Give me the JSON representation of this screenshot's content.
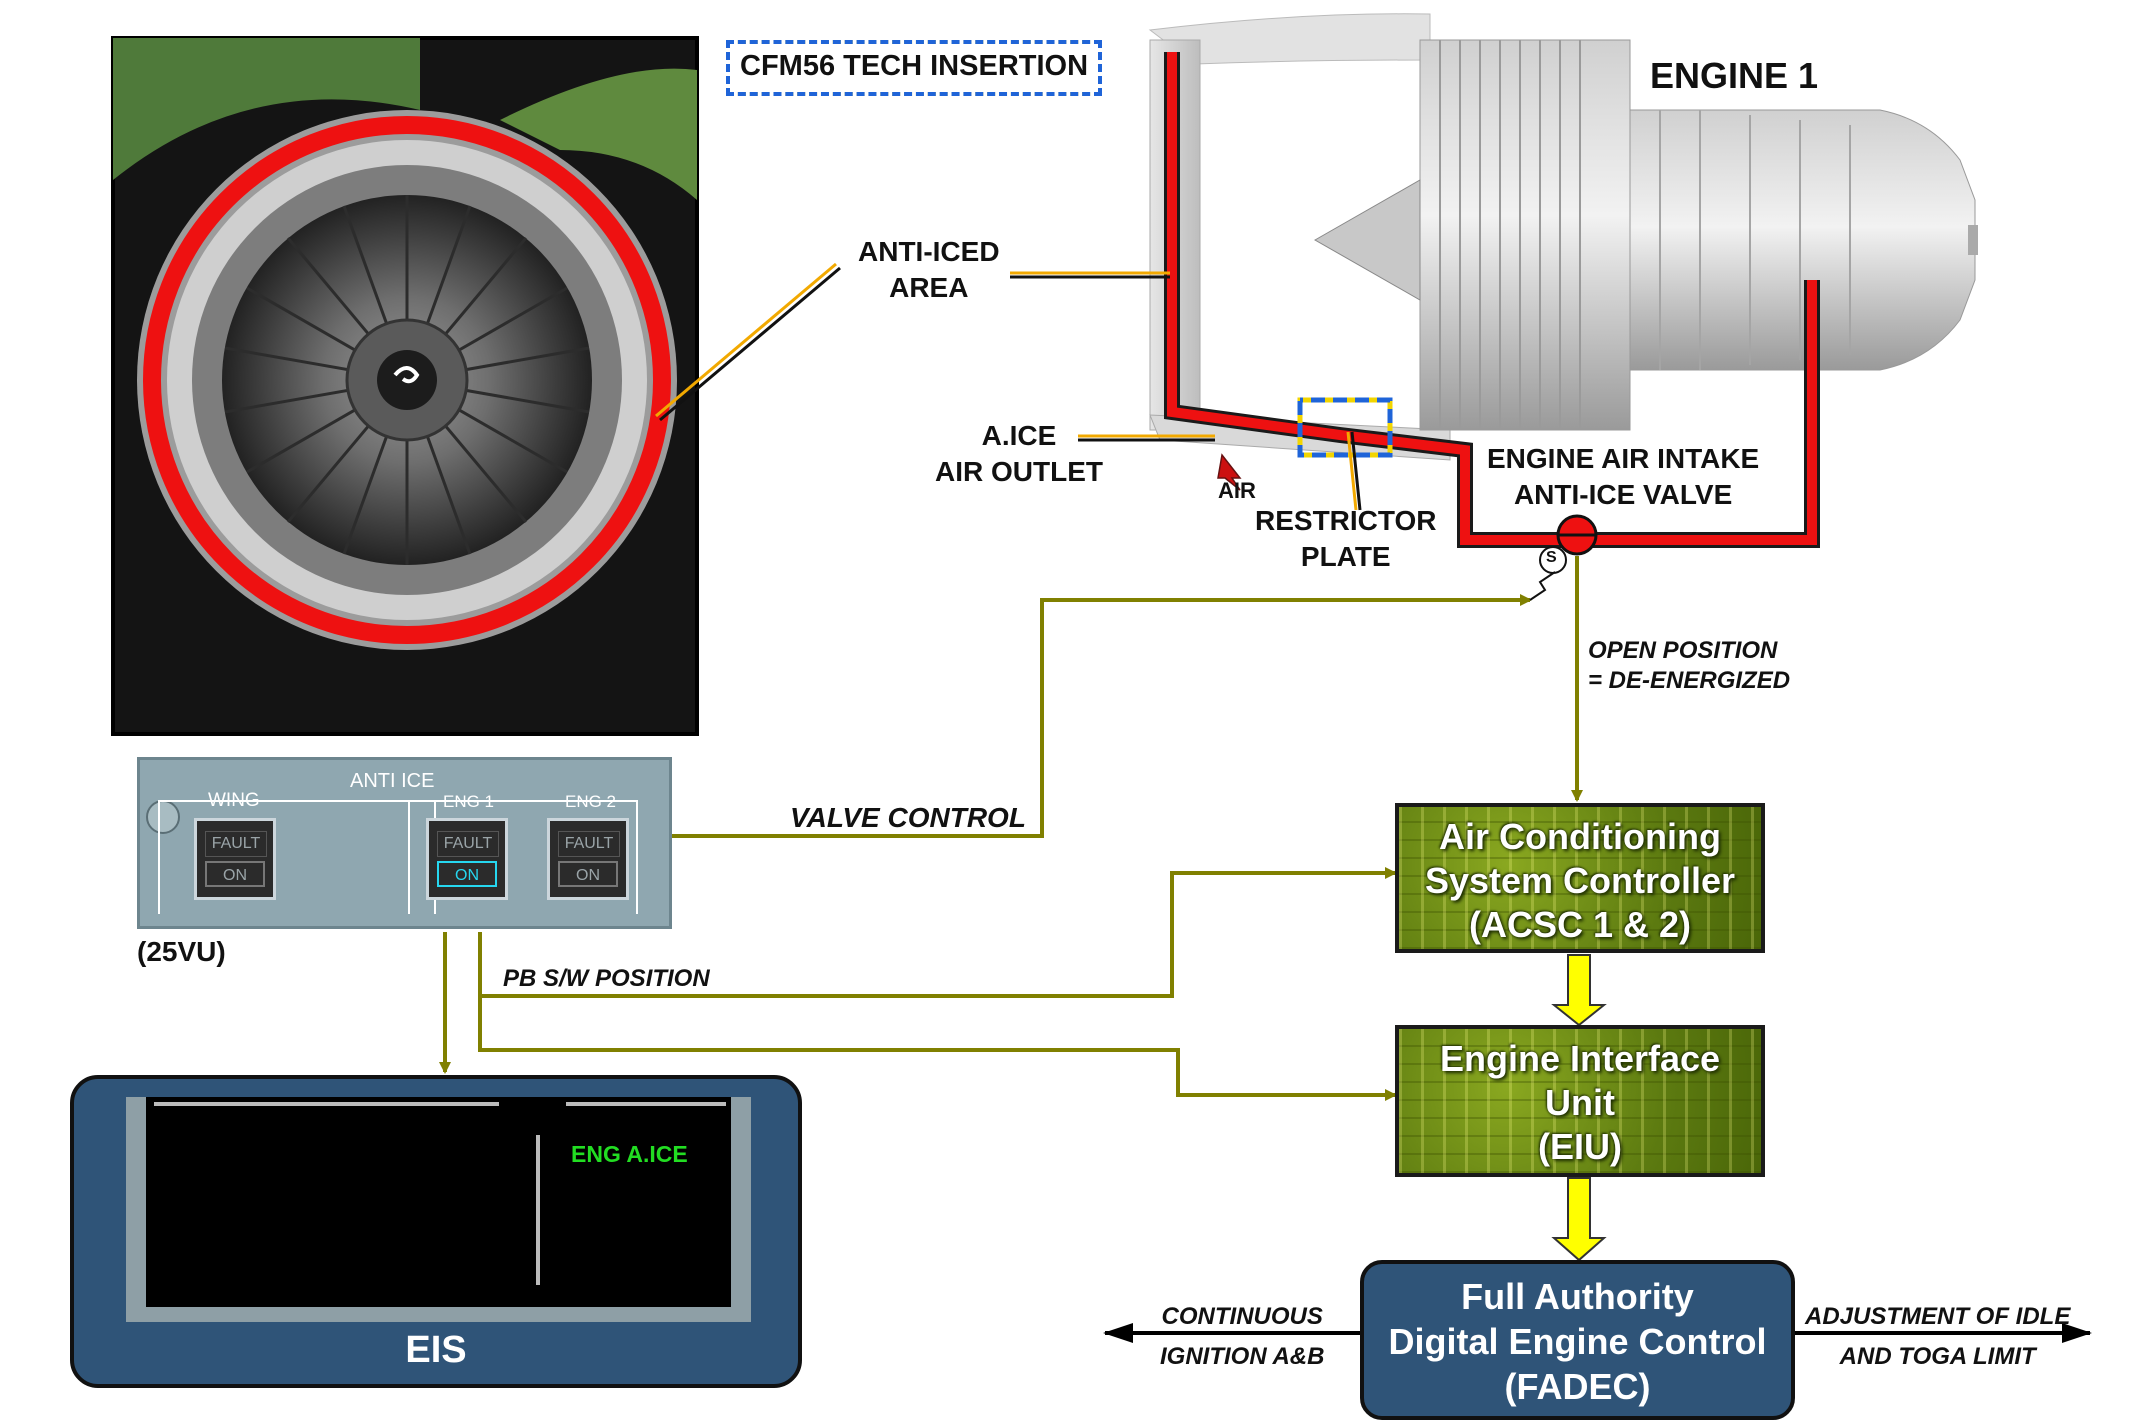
{
  "insertion_tag": "CFM56 TECH INSERTION",
  "engine_title": "ENGINE 1",
  "callouts": {
    "anti_iced_area": [
      "ANTI-ICED",
      "AREA"
    ],
    "aice_air_outlet": [
      "A.ICE",
      "AIR OUTLET"
    ],
    "air": "AIR",
    "restrictor_plate": [
      "RESTRICTOR",
      "PLATE"
    ],
    "anti_ice_valve": [
      "ENGINE AIR INTAKE",
      "ANTI-ICE VALVE"
    ],
    "solenoid": "S",
    "open_position": [
      "OPEN POSITION",
      "= DE-ENERGIZED"
    ],
    "valve_control": "VALVE CONTROL",
    "pb_sw_position": "PB S/W POSITION"
  },
  "panel": {
    "title": "ANTI ICE",
    "designation": "(25VU)",
    "buttons": [
      {
        "label": "WING",
        "fault": "FAULT",
        "on": "ON",
        "lit": false
      },
      {
        "label": "ENG 1",
        "fault": "FAULT",
        "on": "ON",
        "lit": true
      },
      {
        "label": "ENG 2",
        "fault": "FAULT",
        "on": "ON",
        "lit": false
      }
    ]
  },
  "eis": {
    "label": "EIS",
    "memo": "ENG A.ICE",
    "memo_color": "#22dd22"
  },
  "boxes": {
    "acsc": [
      "Air Conditioning",
      "System Controller",
      "(ACSC 1 & 2)"
    ],
    "eiu": [
      "Engine Interface",
      "Unit",
      "(EIU)"
    ],
    "fadec": [
      "Full Authority",
      "Digital Engine Control",
      "(FADEC)"
    ]
  },
  "outputs": {
    "left": [
      "CONTINUOUS",
      "IGNITION A&B"
    ],
    "right": [
      "ADJUSTMENT OF IDLE",
      "AND TOGA LIMIT"
    ]
  },
  "colors": {
    "signal_line": "#808000",
    "duct": "#ee1111",
    "data_arrow": "#ffff00",
    "fadec_box": "#2f5478",
    "eis_frame": "#2f5478",
    "panel": "#8fa7b0"
  }
}
